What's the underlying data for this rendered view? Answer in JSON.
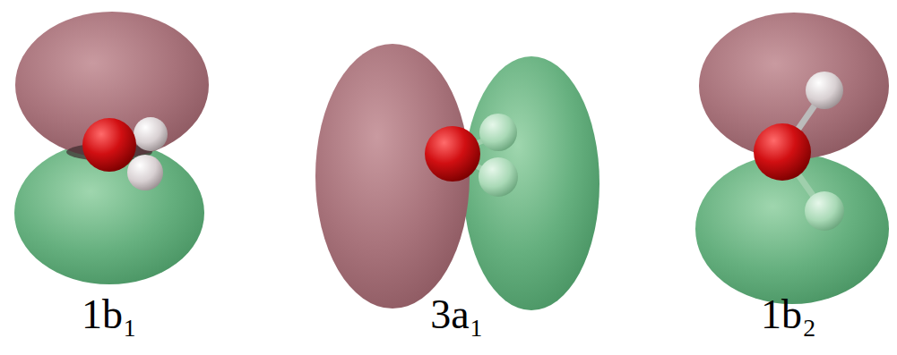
{
  "diagram": {
    "labels": [
      "1b₁",
      "3a₁",
      "1b₂"
    ]
  }
}
